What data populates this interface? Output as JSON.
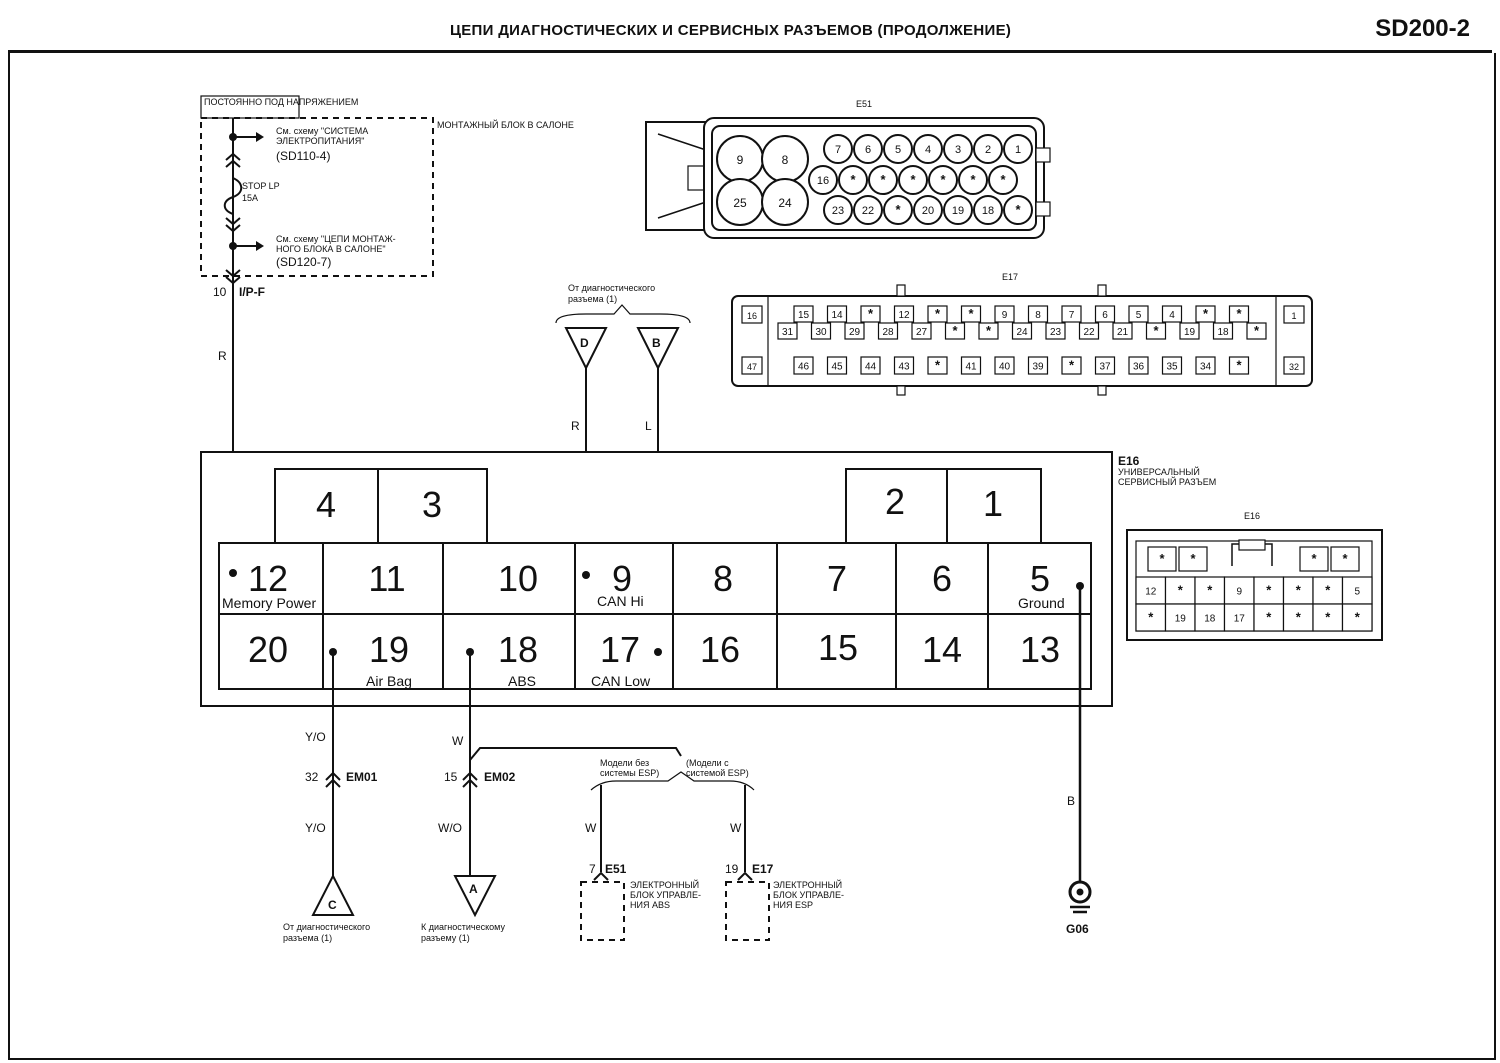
{
  "header": {
    "title": "ЦЕПИ ДИАГНОСТИЧЕСКИХ И СЕРВИСНЫХ РАЗЪЕМОВ (ПРОДОЛЖЕНИЕ)",
    "code": "SD200-2"
  },
  "power": {
    "always_hot": "ПОСТОЯННО ПОД НАПРЯЖЕНИЕМ",
    "junction_block": "МОНТАЖНЫЙ БЛОК В САЛОНЕ",
    "ref1_line1": "См. схему \"СИСТЕМА",
    "ref1_line2": "ЭЛЕКТРОПИТАНИЯ\"",
    "ref1_code": "(SD110-4)",
    "fuse_name": "STOP LP",
    "fuse_rating": "15A",
    "ref2_line1": "См. схему \"ЦЕПИ МОНТАЖ-",
    "ref2_line2": "НОГО БЛОКА В САЛОНЕ\"",
    "ref2_code": "(SD120-7)",
    "connector_pin": "10",
    "connector_name": "I/P-F",
    "wire_color": "R"
  },
  "diag_ref": {
    "label_line1": "От диагностического",
    "label_line2": "разъема (1)",
    "tri_d": "D",
    "tri_b": "B",
    "wire_d": "R",
    "wire_b": "L"
  },
  "e16": {
    "id": "E16",
    "name_line1": "УНИВЕРСАЛЬНЫЙ",
    "name_line2": "СЕРВИСНЫЙ РАЗЪЕМ",
    "top_pins": [
      "4",
      "3",
      "2",
      "1"
    ],
    "row1": [
      "12",
      "11",
      "10",
      "9",
      "8",
      "7",
      "6",
      "5"
    ],
    "row2": [
      "20",
      "19",
      "18",
      "17",
      "16",
      "15",
      "14",
      "13"
    ],
    "labels": {
      "p12": "Memory Power",
      "p9": "CAN Hi",
      "p5": "Ground",
      "p19": "Air Bag",
      "p18": "ABS",
      "p17": "CAN Low"
    }
  },
  "bottom": {
    "wire_19_upper": "Y/O",
    "em01_pin": "32",
    "em01": "EM01",
    "wire_19_lower": "Y/O",
    "tri_c": "C",
    "c_label_line1": "От диагностического",
    "c_label_line2": "разъема (1)",
    "wire_18_upper": "W",
    "em02_pin": "15",
    "em02": "EM02",
    "wire_18_lower": "W/O",
    "tri_a": "A",
    "a_label_line1": "К диагностическому",
    "a_label_line2": "разъему (1)",
    "no_esp_line1": "Модели без",
    "no_esp_line2": "системы ESP)",
    "esp_line1": "(Модели с",
    "esp_line2": "системой ESP)",
    "wire_e51": "W",
    "wire_e17": "W",
    "e51_pin": "7",
    "e51": "E51",
    "e17_pin": "19",
    "e17": "E17",
    "abs_line1": "ЭЛЕКТРОННЫЙ",
    "abs_line2": "БЛОК УПРАВЛЕ-",
    "abs_line3": "НИЯ ABS",
    "esp_unit_line1": "ЭЛЕКТРОННЫЙ",
    "esp_unit_line2": "БЛОК УПРАВЛЕ-",
    "esp_unit_line3": "НИЯ ESP",
    "ground_wire": "B",
    "ground": "G06"
  },
  "conn_e51": {
    "id": "E51",
    "big": [
      "9",
      "8",
      "25",
      "24"
    ],
    "row1": [
      "7",
      "6",
      "5",
      "4",
      "3",
      "2",
      "1"
    ],
    "row2": [
      "16",
      "*",
      "*",
      "*",
      "*",
      "*",
      "*"
    ],
    "row3": [
      "23",
      "22",
      "*",
      "20",
      "19",
      "18",
      "*"
    ]
  },
  "conn_e17": {
    "id": "E17",
    "left_top": "16",
    "left_bottom": "47",
    "right_top": "1",
    "right_bottom": "32",
    "row1": [
      "15",
      "14",
      "*",
      "12",
      "*",
      "*",
      "9",
      "8",
      "7",
      "6",
      "5",
      "4",
      "*",
      "*"
    ],
    "row2": [
      "31",
      "30",
      "29",
      "28",
      "27",
      "*",
      "*",
      "24",
      "23",
      "22",
      "21",
      "*",
      "19",
      "18",
      "*"
    ],
    "row3": [
      "46",
      "45",
      "44",
      "43",
      "*",
      "41",
      "40",
      "39",
      "*",
      "37",
      "36",
      "35",
      "34",
      "*"
    ]
  },
  "conn_e16_small": {
    "id": "E16",
    "top": [
      "*",
      "*",
      "*",
      "*"
    ],
    "row1": [
      "12",
      "*",
      "*",
      "9",
      "*",
      "*",
      "*",
      "5"
    ],
    "row2": [
      "*",
      "19",
      "18",
      "17",
      "*",
      "*",
      "*",
      "*"
    ]
  }
}
